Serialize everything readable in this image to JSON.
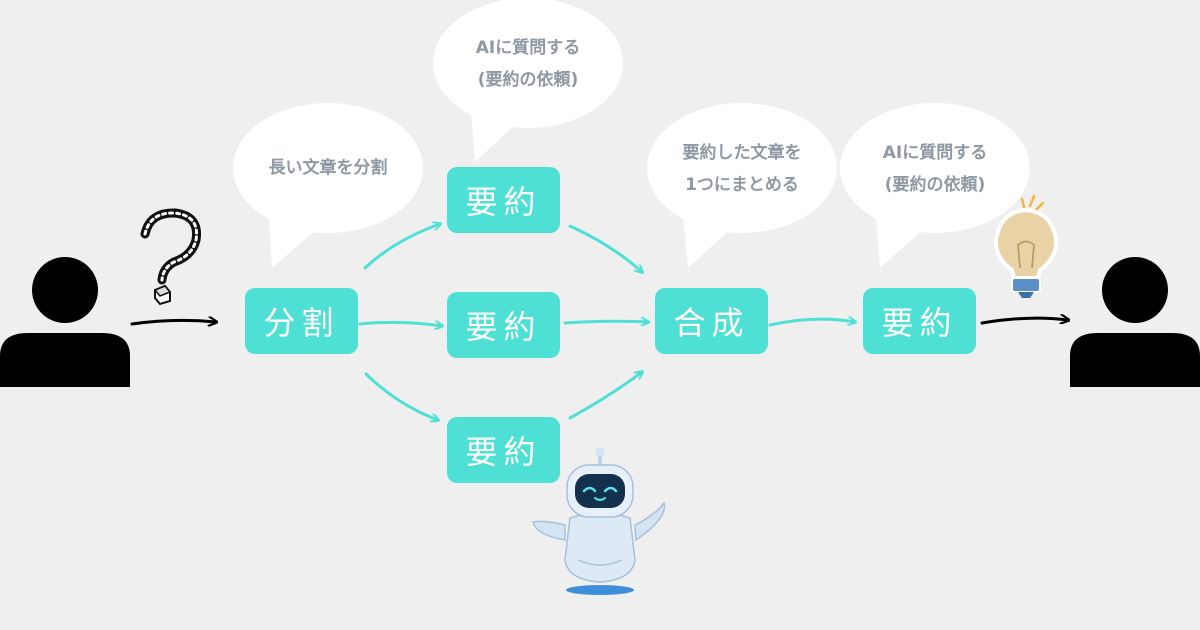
{
  "nodes": {
    "split": "分割",
    "summary_top": "要約",
    "summary_middle": "要約",
    "summary_bottom": "要約",
    "merge": "合成",
    "summary_final": "要約"
  },
  "bubbles": {
    "split": [
      "長い文章を分割"
    ],
    "ask_first": [
      "AIに質問する",
      "(要約の依頼)"
    ],
    "merge": [
      "要約した文章を",
      "1つにまとめる"
    ],
    "ask_final": [
      "AIに質問する",
      "(要約の依頼)"
    ]
  },
  "colors": {
    "box": "#4fe0d5",
    "arrow": "#4fe0d5",
    "bubble": "#ffffff",
    "bubble_text": "#8e99a4",
    "background": "#efefef"
  },
  "icons": {
    "user_left": "person-icon",
    "user_right": "person-icon",
    "question": "question-mark-icon",
    "idea": "light-bulb-icon",
    "robot": "robot-icon"
  }
}
